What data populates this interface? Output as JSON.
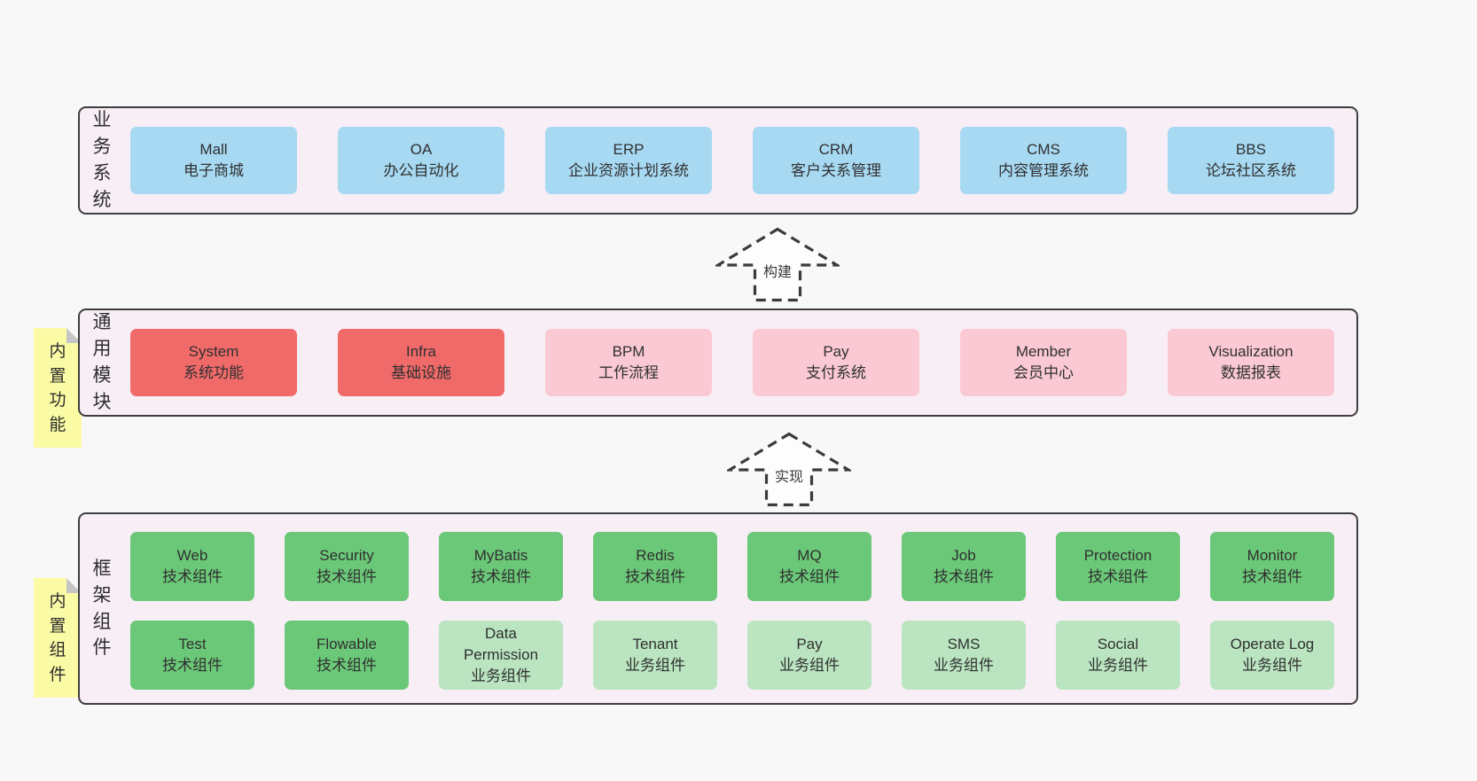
{
  "diagram": {
    "type": "layered-architecture",
    "colors": {
      "page_bg": "#f8f8f8",
      "layer_bg": "#f8eef6",
      "layer_border": "#3f3f3f",
      "blue_box": "#a7d9f2",
      "red_box": "#f16a6a",
      "pink_box": "#fac9d3",
      "green_box": "#6bc878",
      "light_green_box": "#bae5c0",
      "sticky_yellow": "#fbfba5",
      "sticky_fold_gray": "#c6c6c6",
      "text": "#303030"
    }
  },
  "arrows": [
    {
      "label": "构建",
      "direction": "up"
    },
    {
      "label": "实现",
      "direction": "up"
    }
  ],
  "layers": [
    {
      "id": "business-systems",
      "label": "业务系统",
      "boxes": [
        {
          "title": "Mall",
          "subtitle": "电子商城",
          "type": "blue"
        },
        {
          "title": "OA",
          "subtitle": "办公自动化",
          "type": "blue"
        },
        {
          "title": "ERP",
          "subtitle": "企业资源计划系统",
          "type": "blue"
        },
        {
          "title": "CRM",
          "subtitle": "客户关系管理",
          "type": "blue"
        },
        {
          "title": "CMS",
          "subtitle": "内容管理系统",
          "type": "blue"
        },
        {
          "title": "BBS",
          "subtitle": "论坛社区系统",
          "type": "blue"
        }
      ]
    },
    {
      "id": "common-modules",
      "label": "通用模块",
      "note": "内置功能",
      "boxes": [
        {
          "title": "System",
          "subtitle": "系统功能",
          "type": "red"
        },
        {
          "title": "Infra",
          "subtitle": "基础设施",
          "type": "red"
        },
        {
          "title": "BPM",
          "subtitle": "工作流程",
          "type": "pink"
        },
        {
          "title": "Pay",
          "subtitle": "支付系统",
          "type": "pink"
        },
        {
          "title": "Member",
          "subtitle": "会员中心",
          "type": "pink"
        },
        {
          "title": "Visualization",
          "subtitle": "数据报表",
          "type": "pink"
        }
      ]
    },
    {
      "id": "framework-components",
      "label": "框架组件",
      "note": "内置组件",
      "rows": [
        [
          {
            "title": "Web",
            "subtitle": "技术组件",
            "type": "green"
          },
          {
            "title": "Security",
            "subtitle": "技术组件",
            "type": "green"
          },
          {
            "title": "MyBatis",
            "subtitle": "技术组件",
            "type": "green"
          },
          {
            "title": "Redis",
            "subtitle": "技术组件",
            "type": "green"
          },
          {
            "title": "MQ",
            "subtitle": "技术组件",
            "type": "green"
          },
          {
            "title": "Job",
            "subtitle": "技术组件",
            "type": "green"
          },
          {
            "title": "Protection",
            "subtitle": "技术组件",
            "type": "green"
          },
          {
            "title": "Monitor",
            "subtitle": "技术组件",
            "type": "green"
          }
        ],
        [
          {
            "title": "Test",
            "subtitle": "技术组件",
            "type": "green"
          },
          {
            "title": "Flowable",
            "subtitle": "技术组件",
            "type": "green"
          },
          {
            "title": "Data Permission",
            "subtitle": "业务组件",
            "type": "lightgreen"
          },
          {
            "title": "Tenant",
            "subtitle": "业务组件",
            "type": "lightgreen"
          },
          {
            "title": "Pay",
            "subtitle": "业务组件",
            "type": "lightgreen"
          },
          {
            "title": "SMS",
            "subtitle": "业务组件",
            "type": "lightgreen"
          },
          {
            "title": "Social",
            "subtitle": "业务组件",
            "type": "lightgreen"
          },
          {
            "title": "Operate Log",
            "subtitle": "业务组件",
            "type": "lightgreen"
          }
        ]
      ]
    }
  ]
}
